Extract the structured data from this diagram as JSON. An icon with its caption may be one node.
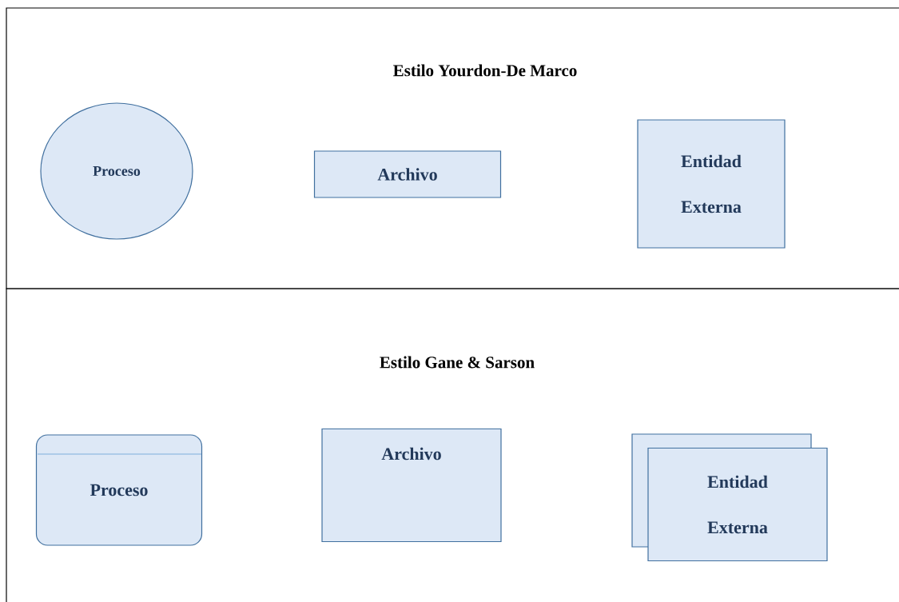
{
  "diagram": {
    "nodes": [
      {
        "text": [
          "Estilo Yourdon-De Marco"
        ]
      },
      {
        "text": [
          "Proceso"
        ],
        "in": 0
      },
      {
        "text": [
          "Archivo"
        ],
        "in": 0
      },
      {
        "text": [
          "Entidad Externa"
        ],
        "in": 0
      },
      {
        "text": [
          "Estilo Gane & Sarson"
        ]
      },
      {
        "text": [
          "Proceso"
        ],
        "in": 4
      },
      {
        "text": [
          "Archivo"
        ],
        "in": 4
      },
      {
        "text": [
          "Entidad Externa"
        ],
        "in": 4
      }
    ]
  }
}
